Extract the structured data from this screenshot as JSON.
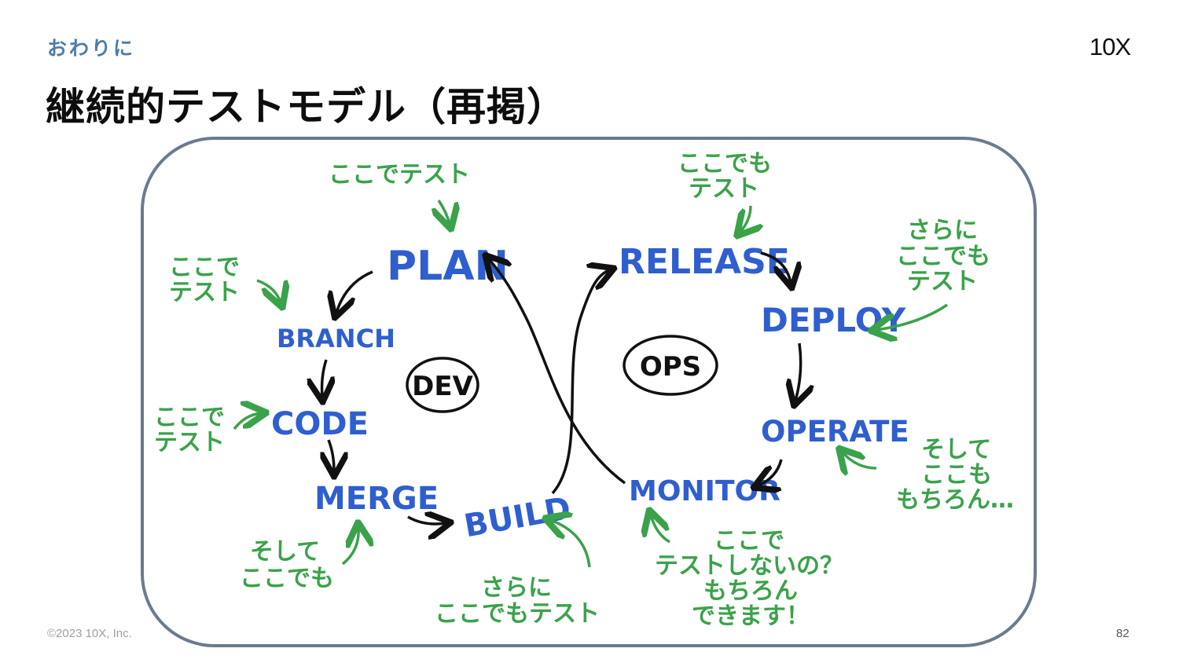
{
  "header": {
    "section_label": "おわりに",
    "title": "継続的テストモデル（再掲）",
    "logo": "10X"
  },
  "diagram": {
    "stages": {
      "plan": "PLAN",
      "branch": "BRANCH",
      "code": "CODE",
      "merge": "MERGE",
      "build": "BUILD",
      "release": "RELEASE",
      "deploy": "DEPLOY",
      "operate": "OPERATE",
      "monitor": "MONITOR"
    },
    "centers": {
      "dev": "DEV",
      "ops": "OPS"
    },
    "notes": {
      "plan": [
        "ここでテスト"
      ],
      "branch": [
        "ここで",
        "テスト"
      ],
      "code": [
        "ここで",
        "テスト"
      ],
      "merge": [
        "そして",
        "ここでも"
      ],
      "build": [
        "さらに",
        "ここでもテスト"
      ],
      "release": [
        "ここでも",
        "テスト"
      ],
      "deploy": [
        "さらに",
        "ここでも",
        "テスト"
      ],
      "operate": [
        "そして",
        "ここも",
        "もちろん…"
      ],
      "monitor": [
        "ここで",
        "テストしないの？",
        "もちろん",
        "できます！"
      ]
    },
    "colors": {
      "stage": "#2f5fcf",
      "note": "#3aa24a",
      "frame": "#6b7b8c",
      "arrow": "#111111"
    }
  },
  "footer": {
    "copyright": "©2023 10X, Inc.",
    "page_number": "82"
  }
}
